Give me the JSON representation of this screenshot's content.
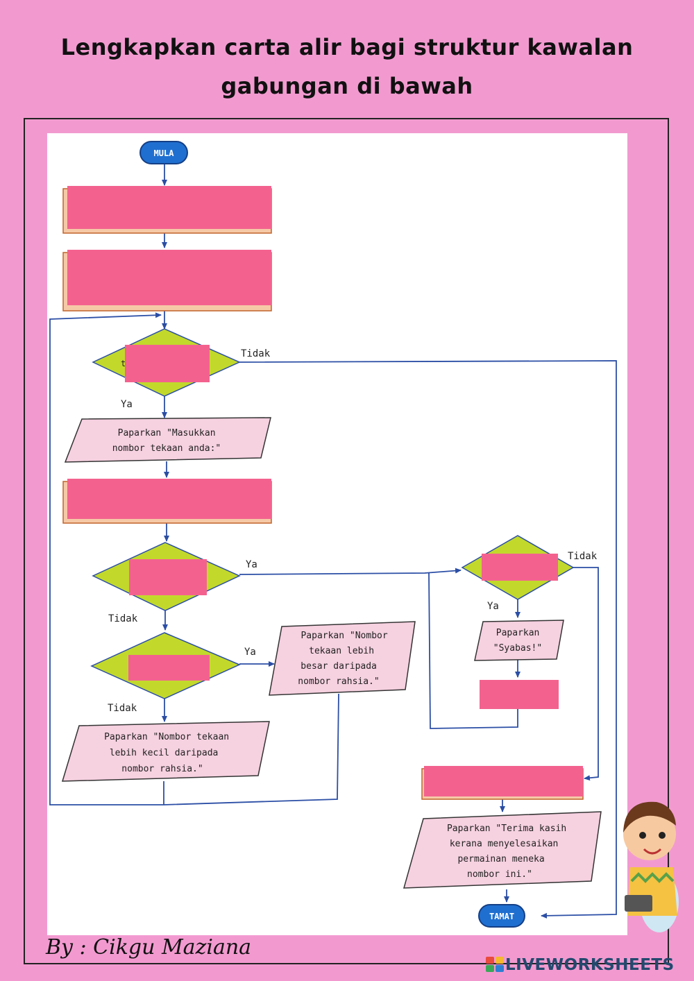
{
  "title": {
    "line1": "Lengkapkan carta alir bagi struktur kawalan",
    "line2": "gabungan di bawah"
  },
  "flow": {
    "start": "MULA",
    "end": "TAMAT",
    "display_prompt": [
      "Paparkan \"Masukkan",
      "nombor tekaan anda:\""
    ],
    "display_bigger": [
      "Paparkan \"Nombor",
      "tekaan lebih",
      "besar daripada",
      "nombor rahsia.\""
    ],
    "display_smaller": [
      "Paparkan \"Nombor tekaan",
      "lebih kecil daripada",
      "nombor rahsia.\""
    ],
    "display_syabas": [
      "Paparkan",
      "\"Syabas!\""
    ],
    "display_thanks": [
      "Paparkan \"Terima kasih",
      "kerana menyelesaikan",
      "permainan meneka",
      "nombor ini.\""
    ],
    "label_yes": "Ya",
    "label_no": "Tidak",
    "loop_diamond_partial": "t"
  },
  "colors": {
    "background": "#f29ad0",
    "blank": "#f3628f",
    "diamond": "#c2d92b",
    "io_box": "#f6d1e0",
    "terminal": "#1f6fd0",
    "arrow": "#2b4ea5"
  },
  "credit": "By : Cikgu Maziana",
  "brand": "LIVEWORKSHEETS"
}
